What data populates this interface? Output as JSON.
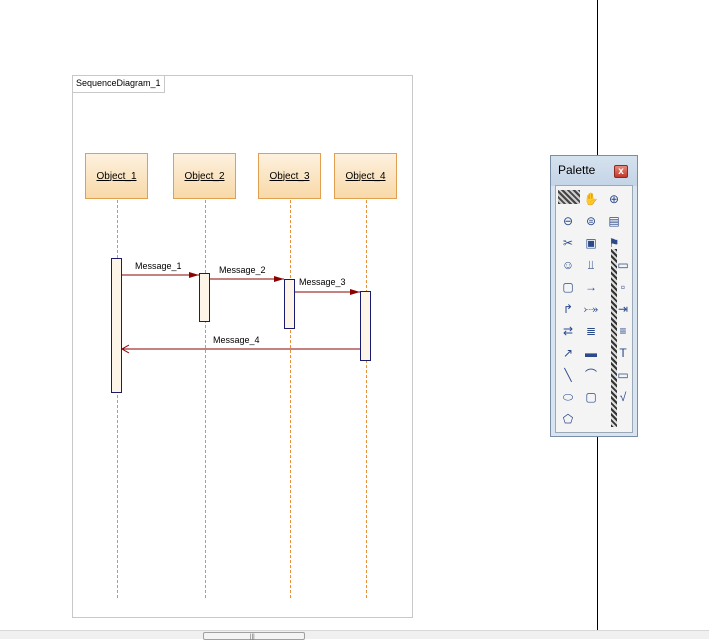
{
  "diagram": {
    "title": "SequenceDiagram_1",
    "objects": [
      {
        "label": "Object_1"
      },
      {
        "label": "Object_2"
      },
      {
        "label": "Object_3"
      },
      {
        "label": "Object_4"
      }
    ],
    "messages": [
      {
        "label": "Message_1"
      },
      {
        "label": "Message_2"
      },
      {
        "label": "Message_3"
      },
      {
        "label": "Message_4"
      }
    ],
    "colors": {
      "object_fill": "#f8d9a8",
      "object_border": "#e0a050",
      "lifeline": "#e89038",
      "activation_border": "#1a1a6e",
      "message_line": "#8b0000"
    }
  },
  "palette": {
    "title": "Palette",
    "close_glyph": "x",
    "tools": [
      {
        "icon": "pointer-hatch-icon"
      },
      {
        "icon": "hand-icon"
      },
      {
        "icon": "zoom-in-icon"
      },
      {
        "icon": "zoom-out-icon"
      },
      {
        "icon": "zoom-fit-icon"
      },
      {
        "icon": "properties-icon"
      },
      {
        "icon": "scissors-icon"
      },
      {
        "icon": "package-icon"
      },
      {
        "icon": "note-flag-icon"
      },
      {
        "icon": "actor-icon"
      },
      {
        "icon": "lifeline-icon"
      },
      {
        "icon": "object-icon"
      },
      {
        "icon": "frame-icon"
      },
      {
        "icon": "arrow-icon"
      },
      {
        "icon": "message-icon"
      },
      {
        "icon": "self-message-icon"
      },
      {
        "icon": "return-icon"
      },
      {
        "icon": "call-icon"
      },
      {
        "icon": "loop-icon"
      },
      {
        "icon": "document-icon"
      },
      {
        "icon": "note-icon"
      },
      {
        "icon": "link-icon"
      },
      {
        "icon": "node-icon"
      },
      {
        "icon": "text-icon"
      },
      {
        "icon": "line-icon"
      },
      {
        "icon": "arc-icon"
      },
      {
        "icon": "rectangle-icon"
      },
      {
        "icon": "ellipse-icon"
      },
      {
        "icon": "rounded-rect-icon"
      },
      {
        "icon": "polyline-icon"
      },
      {
        "icon": "freeform-icon"
      }
    ]
  }
}
